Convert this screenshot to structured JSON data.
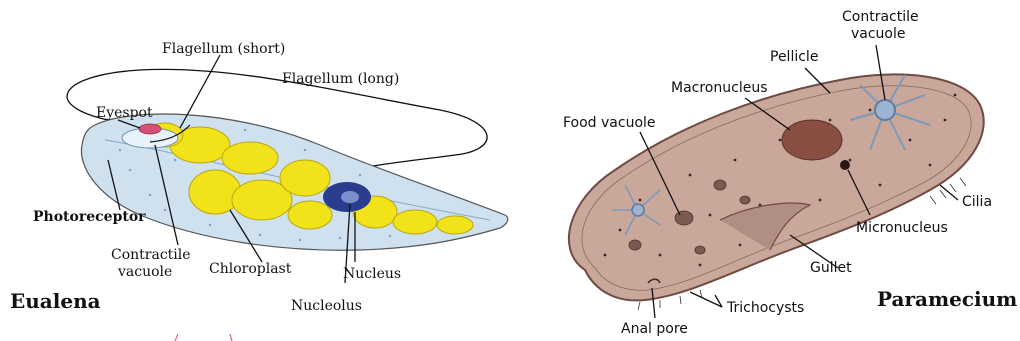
{
  "euglena": {
    "title": "Eualena",
    "labels": {
      "flagellum_short": "Flagellum (short)",
      "flagellum_long": "Flagellum (long)",
      "eyespot": "Eyespot",
      "photoreceptor": "Photoreceptor",
      "contractile_vacuole_1": "Contractile",
      "contractile_vacuole_2": "vacuole",
      "chloroplast": "Chloroplast",
      "nucleus": "Nucleus",
      "nucleolus": "Nucleolus"
    }
  },
  "paramecium": {
    "title": "Paramecium",
    "labels": {
      "contractile_vacuole_1": "Contractile",
      "contractile_vacuole_2": "vacuole",
      "pellicle": "Pellicle",
      "macronucleus": "Macronucleus",
      "food_vacuole": "Food vacuole",
      "cilia": "Cilia",
      "micronucleus": "Micronucleus",
      "gullet": "Gullet",
      "trichocysts": "Trichocysts",
      "anal_pore": "Anal pore"
    }
  },
  "colors": {
    "euglena_body": "#cfe0ef",
    "chloroplast": "#f2e21a",
    "nucleus": "#2a3c8c",
    "eyespot": "#d8507a",
    "paramecium_body": "#c9a79b",
    "paramecium_outline": "#6f4b43",
    "macronucleus": "#8a4f43",
    "contractile_star": "#7f9ab8",
    "stray_mark": "#e0607a"
  }
}
